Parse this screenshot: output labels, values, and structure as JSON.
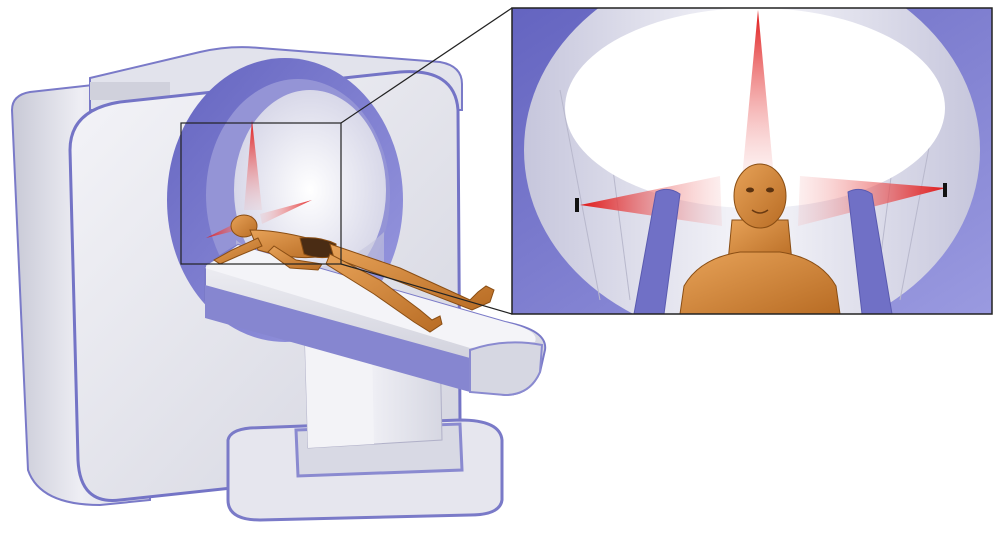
{
  "colors": {
    "background": "#ffffff",
    "gantry_body": "#dcdde6",
    "gantry_shade": "#b9bac8",
    "ring_purple": "#7272c8",
    "ring_inner": "#8c8cd8",
    "bore_floor": "#f2f2f6",
    "table_top": "#e6e6ee",
    "skin": "#d98c3a",
    "skin_dark": "#a85e1c",
    "beam": "#e02020",
    "frame_line": "#222222"
  },
  "elements": {
    "scanner": "ct-scanner-gantry",
    "patient": "patient-figure",
    "zoom": "bore-close-up-inset"
  }
}
